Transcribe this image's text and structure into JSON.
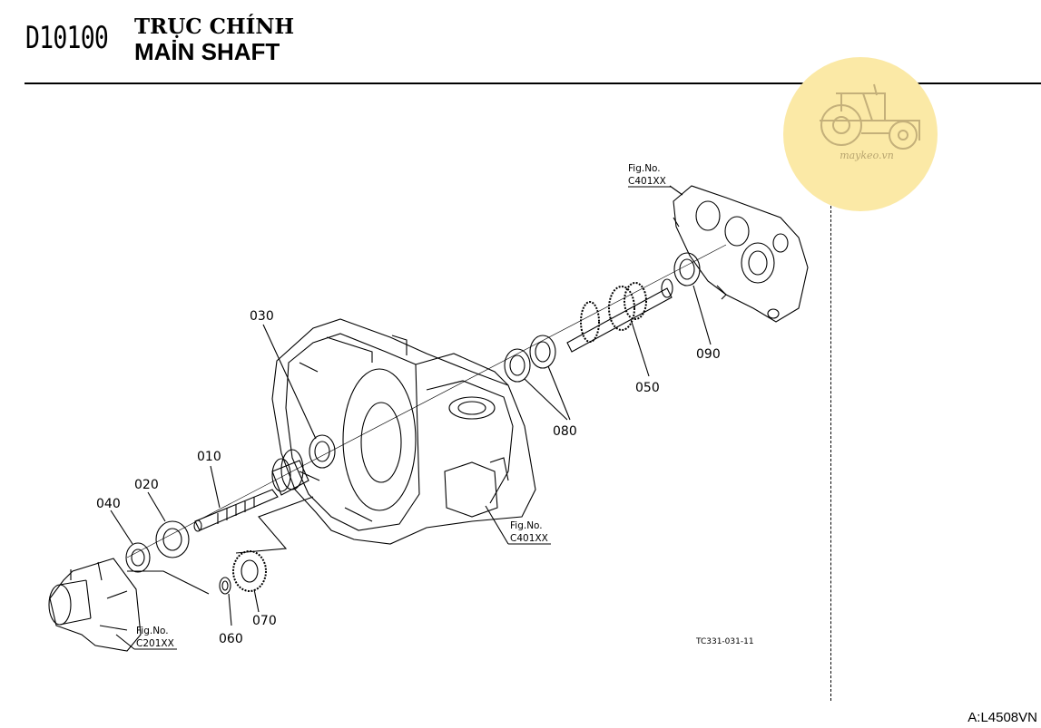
{
  "header": {
    "code": "D10100",
    "title_vn": "TRỤC CHÍNH",
    "title_en": "MAİN SHAFT"
  },
  "logo": {
    "text": "maykeo.vn",
    "icon": "tractor-icon"
  },
  "parts": {
    "p010": "010",
    "p020": "020",
    "p030": "030",
    "p040": "040",
    "p050": "050",
    "p060": "060",
    "p070": "070",
    "p080": "080",
    "p090": "090"
  },
  "figrefs": {
    "a": {
      "label": "Fig.No.",
      "code": "C401XX"
    },
    "b": {
      "label": "Fig.No.",
      "code": "C401XX"
    },
    "c": {
      "label": "Fig.No.",
      "code": "C201XX"
    }
  },
  "drawing_ref": "TC331-031-11",
  "catalog_code": "A:L4508VN"
}
